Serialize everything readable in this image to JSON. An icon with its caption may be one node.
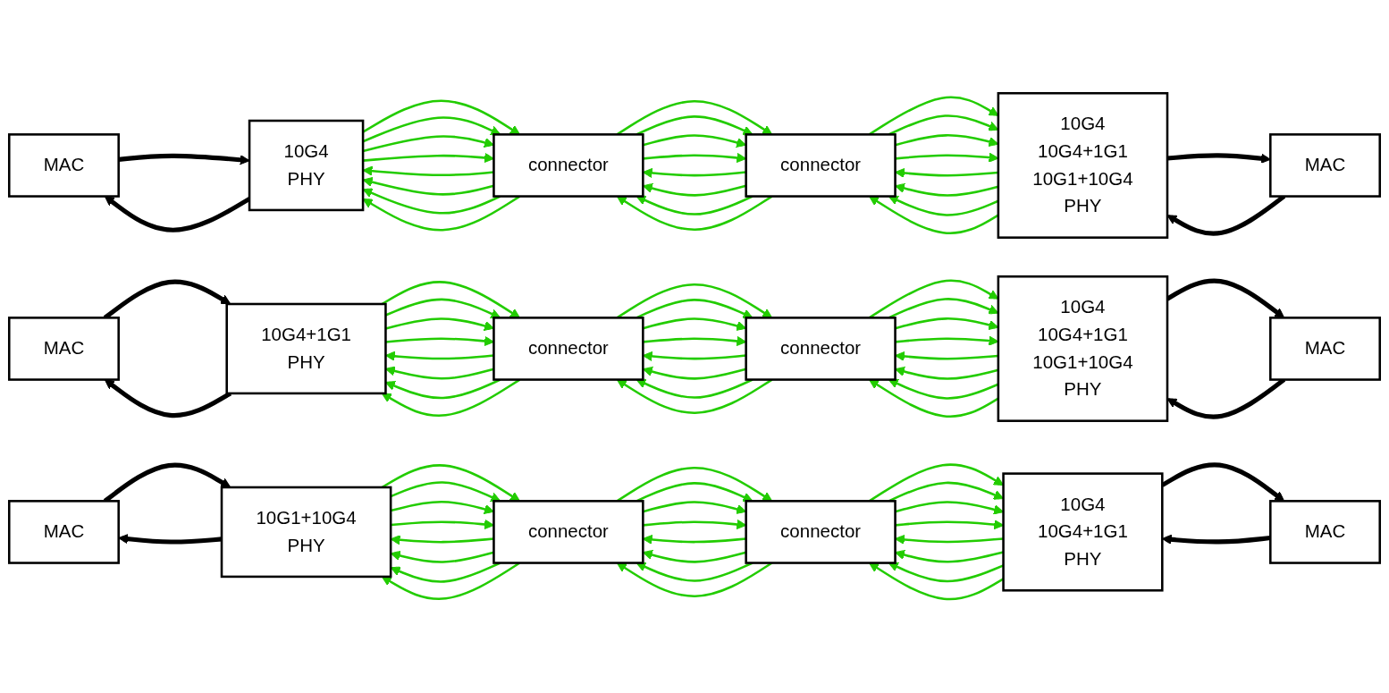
{
  "diagram": {
    "nodes": [
      {
        "text": [
          "MAC"
        ]
      },
      {
        "text": [
          "10G4",
          "PHY"
        ]
      },
      {
        "text": [
          "connector"
        ]
      },
      {
        "text": [
          "connector"
        ]
      },
      {
        "text": [
          "10G4",
          "10G4+1G1",
          "10G1+10G4",
          "PHY"
        ]
      },
      {
        "text": [
          "MAC"
        ]
      },
      {
        "text": [
          "MAC"
        ]
      },
      {
        "text": [
          "10G4+1G1",
          "PHY"
        ]
      },
      {
        "text": [
          "connector"
        ]
      },
      {
        "text": [
          "connector"
        ]
      },
      {
        "text": [
          "10G4",
          "10G4+1G1",
          "10G1+10G4",
          "PHY"
        ]
      },
      {
        "text": [
          "MAC"
        ]
      },
      {
        "text": [
          "MAC"
        ]
      },
      {
        "text": [
          "10G1+10G4",
          "PHY"
        ]
      },
      {
        "text": [
          "connector"
        ]
      },
      {
        "text": [
          "connector"
        ]
      },
      {
        "text": [
          "10G4",
          "10G4+1G1",
          "PHY"
        ]
      },
      {
        "text": [
          "MAC"
        ]
      }
    ],
    "edges": [
      {
        "from": 0,
        "to": 1,
        "arrow": "to",
        "style": "thick",
        "color": "#000000"
      },
      {
        "from": 1,
        "to": 0,
        "arrow": "to",
        "style": "thick",
        "color": "#000000"
      },
      {
        "from": 1,
        "to": 2,
        "arrow": "to"
      },
      {
        "from": 1,
        "to": 2,
        "arrow": "to"
      },
      {
        "from": 1,
        "to": 2,
        "arrow": "to"
      },
      {
        "from": 1,
        "to": 2,
        "arrow": "to"
      },
      {
        "from": 2,
        "to": 1,
        "arrow": "to"
      },
      {
        "from": 2,
        "to": 1,
        "arrow": "to"
      },
      {
        "from": 2,
        "to": 1,
        "arrow": "to"
      },
      {
        "from": 2,
        "to": 1,
        "arrow": "to"
      },
      {
        "from": 2,
        "to": 3,
        "arrow": "to"
      },
      {
        "from": 2,
        "to": 3,
        "arrow": "to"
      },
      {
        "from": 2,
        "to": 3,
        "arrow": "to"
      },
      {
        "from": 2,
        "to": 3,
        "arrow": "to"
      },
      {
        "from": 3,
        "to": 2,
        "arrow": "to"
      },
      {
        "from": 3,
        "to": 2,
        "arrow": "to"
      },
      {
        "from": 3,
        "to": 2,
        "arrow": "to"
      },
      {
        "from": 3,
        "to": 2,
        "arrow": "to"
      },
      {
        "from": 3,
        "to": 4,
        "arrow": "to"
      },
      {
        "from": 3,
        "to": 4,
        "arrow": "to"
      },
      {
        "from": 3,
        "to": 4,
        "arrow": "to"
      },
      {
        "from": 3,
        "to": 4,
        "arrow": "to"
      },
      {
        "from": 4,
        "to": 3,
        "arrow": "to"
      },
      {
        "from": 4,
        "to": 3,
        "arrow": "to"
      },
      {
        "from": 4,
        "to": 3,
        "arrow": "to"
      },
      {
        "from": 4,
        "to": 3,
        "arrow": "to"
      },
      {
        "from": 4,
        "to": 5,
        "arrow": "to",
        "style": "thick",
        "color": "#000000"
      },
      {
        "from": 5,
        "to": 4,
        "arrow": "to",
        "style": "thick",
        "color": "#000000"
      },
      {
        "from": 6,
        "to": 7,
        "arrow": "to",
        "style": "thick",
        "color": "#000000"
      },
      {
        "from": 7,
        "to": 6,
        "arrow": "to",
        "style": "thick",
        "color": "#000000"
      },
      {
        "from": 7,
        "to": 8,
        "arrow": "to"
      },
      {
        "from": 7,
        "to": 8,
        "arrow": "to"
      },
      {
        "from": 7,
        "to": 8,
        "arrow": "to"
      },
      {
        "from": 7,
        "to": 8,
        "arrow": "to"
      },
      {
        "from": 8,
        "to": 7,
        "arrow": "to"
      },
      {
        "from": 8,
        "to": 7,
        "arrow": "to"
      },
      {
        "from": 8,
        "to": 7,
        "arrow": "to"
      },
      {
        "from": 8,
        "to": 7,
        "arrow": "to"
      },
      {
        "from": 8,
        "to": 9,
        "arrow": "to"
      },
      {
        "from": 8,
        "to": 9,
        "arrow": "to"
      },
      {
        "from": 8,
        "to": 9,
        "arrow": "to"
      },
      {
        "from": 8,
        "to": 9,
        "arrow": "to"
      },
      {
        "from": 9,
        "to": 8,
        "arrow": "to"
      },
      {
        "from": 9,
        "to": 8,
        "arrow": "to"
      },
      {
        "from": 9,
        "to": 8,
        "arrow": "to"
      },
      {
        "from": 9,
        "to": 8,
        "arrow": "to"
      },
      {
        "from": 9,
        "to": 10,
        "arrow": "to"
      },
      {
        "from": 9,
        "to": 10,
        "arrow": "to"
      },
      {
        "from": 9,
        "to": 10,
        "arrow": "to"
      },
      {
        "from": 9,
        "to": 10,
        "arrow": "to"
      },
      {
        "from": 10,
        "to": 9,
        "arrow": "to"
      },
      {
        "from": 10,
        "to": 9,
        "arrow": "to"
      },
      {
        "from": 10,
        "to": 9,
        "arrow": "to"
      },
      {
        "from": 10,
        "to": 9,
        "arrow": "to"
      },
      {
        "from": 10,
        "to": 11,
        "arrow": "to",
        "style": "thick",
        "color": "#000000"
      },
      {
        "from": 11,
        "to": 10,
        "arrow": "to",
        "style": "thick",
        "color": "#000000"
      },
      {
        "from": 12,
        "to": 13,
        "arrow": "to",
        "style": "thick",
        "color": "#000000"
      },
      {
        "from": 13,
        "to": 12,
        "arrow": "to",
        "style": "thick",
        "color": "#000000"
      },
      {
        "from": 13,
        "to": 14,
        "arrow": "to"
      },
      {
        "from": 13,
        "to": 14,
        "arrow": "to"
      },
      {
        "from": 13,
        "to": 14,
        "arrow": "to"
      },
      {
        "from": 13,
        "to": 14,
        "arrow": "to"
      },
      {
        "from": 14,
        "to": 13,
        "arrow": "to"
      },
      {
        "from": 14,
        "to": 13,
        "arrow": "to"
      },
      {
        "from": 14,
        "to": 13,
        "arrow": "to"
      },
      {
        "from": 14,
        "to": 13,
        "arrow": "to"
      },
      {
        "from": 14,
        "to": 15,
        "arrow": "to"
      },
      {
        "from": 14,
        "to": 15,
        "arrow": "to"
      },
      {
        "from": 14,
        "to": 15,
        "arrow": "to"
      },
      {
        "from": 14,
        "to": 15,
        "arrow": "to"
      },
      {
        "from": 15,
        "to": 14,
        "arrow": "to"
      },
      {
        "from": 15,
        "to": 14,
        "arrow": "to"
      },
      {
        "from": 15,
        "to": 14,
        "arrow": "to"
      },
      {
        "from": 15,
        "to": 14,
        "arrow": "to"
      },
      {
        "from": 15,
        "to": 16,
        "arrow": "to"
      },
      {
        "from": 15,
        "to": 16,
        "arrow": "to"
      },
      {
        "from": 15,
        "to": 16,
        "arrow": "to"
      },
      {
        "from": 15,
        "to": 16,
        "arrow": "to"
      },
      {
        "from": 16,
        "to": 15,
        "arrow": "to"
      },
      {
        "from": 16,
        "to": 15,
        "arrow": "to"
      },
      {
        "from": 16,
        "to": 15,
        "arrow": "to"
      },
      {
        "from": 16,
        "to": 15,
        "arrow": "to"
      },
      {
        "from": 16,
        "to": 17,
        "arrow": "to",
        "style": "thick",
        "color": "#000000"
      },
      {
        "from": 17,
        "to": 16,
        "arrow": "to",
        "style": "thick",
        "color": "#000000"
      }
    ]
  }
}
